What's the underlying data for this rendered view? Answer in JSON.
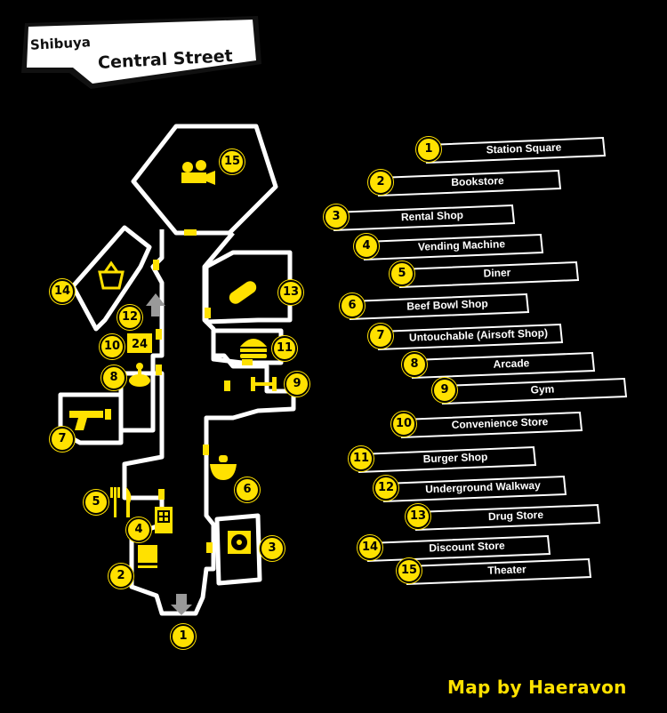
{
  "title": {
    "line1": "Shibuya",
    "line2": "Central Street"
  },
  "credit": "Map by Haeravon",
  "colors": {
    "background": "#000000",
    "accent": "#ffe100",
    "road": "#ffffff"
  },
  "locations": [
    {
      "number": "1",
      "label": "Station Square",
      "icon": "down-arrow-icon"
    },
    {
      "number": "2",
      "label": "Bookstore",
      "icon": "book-icon"
    },
    {
      "number": "3",
      "label": "Rental Shop",
      "icon": "disc-icon"
    },
    {
      "number": "4",
      "label": "Vending Machine",
      "icon": "vending-machine-icon"
    },
    {
      "number": "5",
      "label": "Diner",
      "icon": "fork-knife-icon"
    },
    {
      "number": "6",
      "label": "Beef Bowl Shop",
      "icon": "bowl-icon"
    },
    {
      "number": "7",
      "label": "Untouchable (Airsoft Shop)",
      "icon": "gun-icon"
    },
    {
      "number": "8",
      "label": "Arcade",
      "icon": "arcade-icon"
    },
    {
      "number": "9",
      "label": "Gym",
      "icon": "dumbbell-icon"
    },
    {
      "number": "10",
      "label": "Convenience Store",
      "icon": "24-sign-icon",
      "sign": "24"
    },
    {
      "number": "11",
      "label": "Burger Shop",
      "icon": "burger-icon"
    },
    {
      "number": "12",
      "label": "Underground Walkway",
      "icon": "up-arrow-icon"
    },
    {
      "number": "13",
      "label": "Drug Store",
      "icon": "pill-icon"
    },
    {
      "number": "14",
      "label": "Discount Store",
      "icon": "basket-icon"
    },
    {
      "number": "15",
      "label": "Theater",
      "icon": "projector-icon"
    }
  ]
}
